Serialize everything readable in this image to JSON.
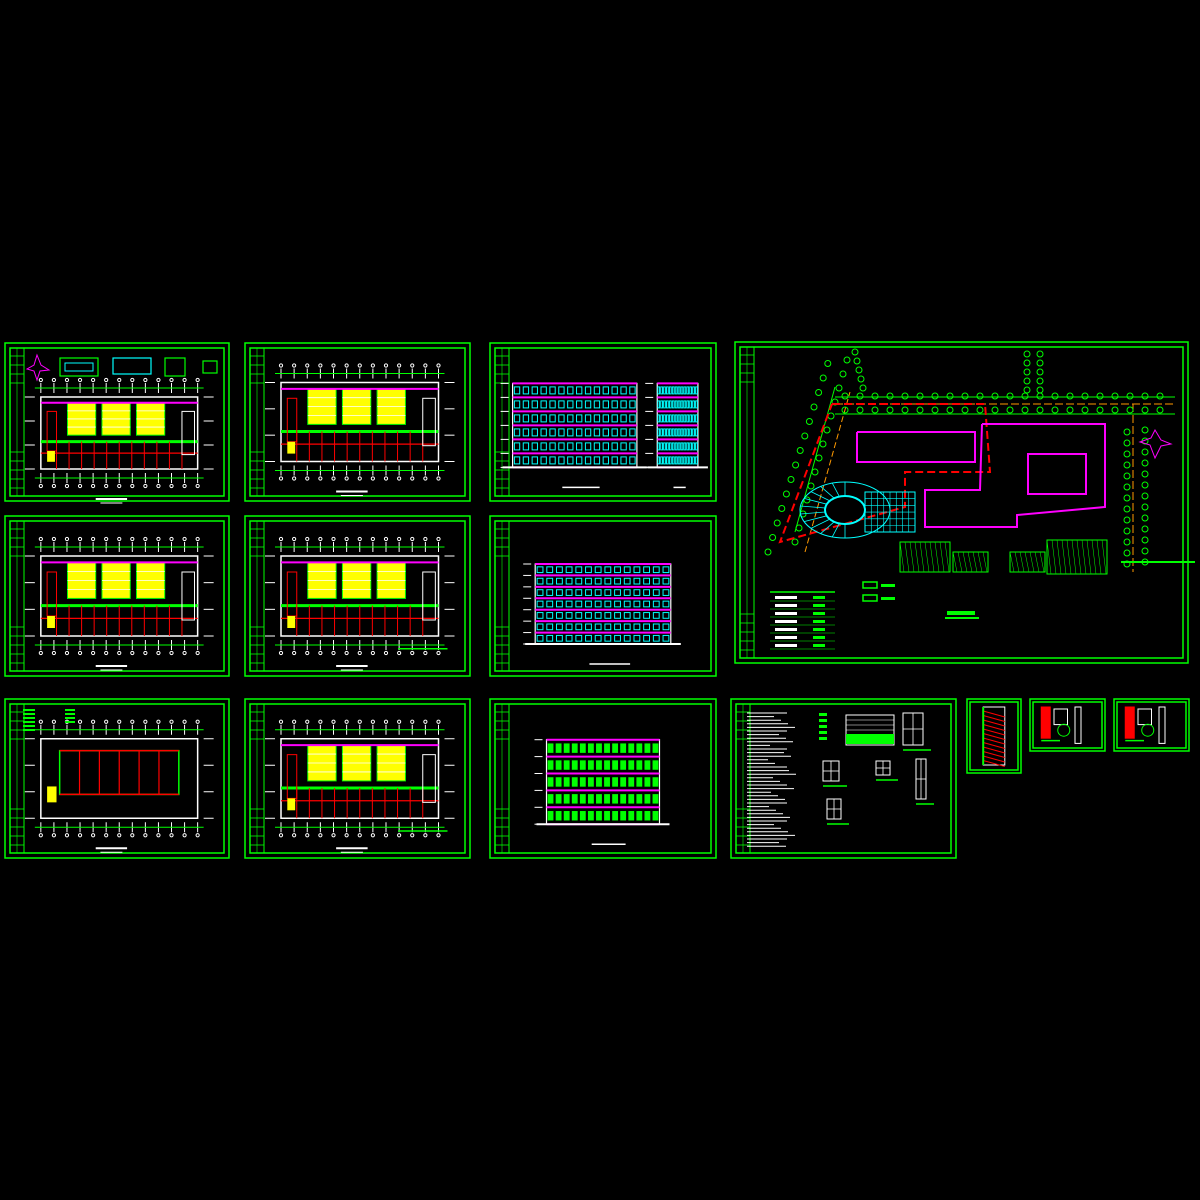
{
  "colors": {
    "background": "#000000",
    "frame": "#00ff00",
    "wall": "#ffffff",
    "room_fill": "#ffff00",
    "axis": "#ff0000",
    "boundary": "#ff00ff",
    "glass": "#00ffff",
    "earth": "#c8a070",
    "road": "#ff9900"
  },
  "sheets": [
    {
      "kind": "floor-plan-with-details"
    },
    {
      "kind": "floor-plan"
    },
    {
      "kind": "elevation-pair"
    },
    {
      "kind": "site-plan"
    },
    {
      "kind": "floor-plan"
    },
    {
      "kind": "floor-plan"
    },
    {
      "kind": "elevation"
    },
    {
      "kind": "ground-floor-plan"
    },
    {
      "kind": "floor-plan"
    },
    {
      "kind": "section"
    },
    {
      "kind": "design-notes"
    },
    {
      "kind": "stair-detail"
    },
    {
      "kind": "wall-detail"
    },
    {
      "kind": "wall-detail"
    }
  ]
}
